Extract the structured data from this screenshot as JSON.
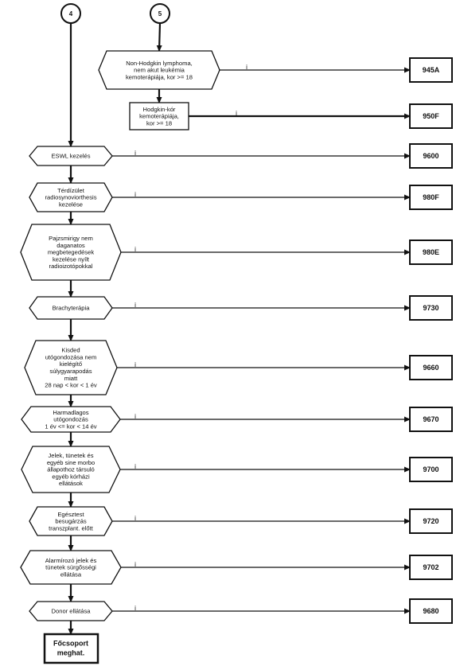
{
  "connectors": [
    "4",
    "5"
  ],
  "decisions": [
    {
      "lines": [
        "Non-Hodgkin lymphoma,",
        "nem akut leukémia",
        "kemoterápiája, kor >= 18"
      ],
      "code": "945A"
    },
    {
      "lines": [
        "Hodgkin-kór",
        "kemoterápiája,",
        "kor  >= 18"
      ],
      "code": "950F"
    },
    {
      "lines": [
        "ESWL kezelés"
      ],
      "code": "9600"
    },
    {
      "lines": [
        "Térdízület",
        "radiosynoviorthesis",
        "kezelése"
      ],
      "code": "980F"
    },
    {
      "lines": [
        "Pajzsmirigy nem",
        "daganatos",
        "megbetegedések",
        "kezelése nyílt",
        "radioizotópokkal"
      ],
      "code": "980E"
    },
    {
      "lines": [
        "Brachyterápia"
      ],
      "code": "9730"
    },
    {
      "lines": [
        "Kisded",
        "utógondozása nem",
        "kielégítő",
        "súlygyarapodás",
        "miatt",
        "28 nap < kor < 1 év"
      ],
      "code": "9660"
    },
    {
      "lines": [
        "Harmadlagos",
        "utógondozás",
        "1 év <= kor < 14 év"
      ],
      "code": "9670"
    },
    {
      "lines": [
        "Jelek, tünetek és",
        "egyéb sine morbo",
        "állapothoz társuló",
        "egyéb kórházi",
        "ellátások"
      ],
      "code": "9700"
    },
    {
      "lines": [
        "Egésztest",
        "besugárzás",
        "transzplant. előtt"
      ],
      "code": "9720"
    },
    {
      "lines": [
        "Alarmírozó jelek és",
        "tünetek sürgősségi",
        "ellátása"
      ],
      "code": "9702"
    },
    {
      "lines": [
        "Donor ellátása"
      ],
      "code": "9680"
    }
  ],
  "yes_label": "i",
  "end_box": [
    "Főcsoport",
    "meghat."
  ]
}
